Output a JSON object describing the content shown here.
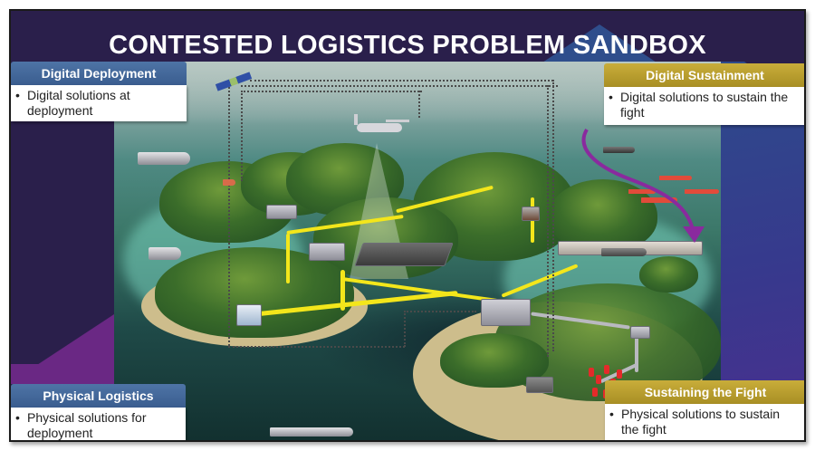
{
  "title": "CONTESTED LOGISTICS PROBLEM SANDBOX",
  "panels": {
    "digital_deployment": {
      "heading": "Digital Deployment",
      "bullet": "•",
      "text": "Digital solutions at deployment",
      "header_color": "#3f6391"
    },
    "digital_sustainment": {
      "heading": "Digital Sustainment",
      "bullet": "•",
      "text": "Digital solutions to sustain the fight",
      "header_color": "#b59a2c"
    },
    "physical_logistics": {
      "heading": "Physical Logistics",
      "bullet": "•",
      "text": "Physical solutions for deployment",
      "header_color": "#3f6391"
    },
    "sustaining_the_fight": {
      "heading": "Sustaining the Fight",
      "bullet": "•",
      "text": "Physical solutions to sustain the fight",
      "header_color": "#b59a2c"
    }
  },
  "colors": {
    "background": "#2a1f4b",
    "supply_route": "#f3e61b",
    "ground_route": "#b9b9c0",
    "sea_lane_arrow": "#8a2a9e",
    "adversary_ships": "#e24b3a",
    "troops": "#e52a2a"
  },
  "scene": {
    "elements": [
      "satellite",
      "tiltrotor-drone",
      "sensor-beam",
      "warehouses",
      "airfield",
      "fuel-depot",
      "tanker-ship",
      "landing-ships",
      "adversary-ships",
      "supply-truck",
      "armored-vehicle",
      "troops",
      "data-center",
      "sling-load-helicopter"
    ]
  }
}
